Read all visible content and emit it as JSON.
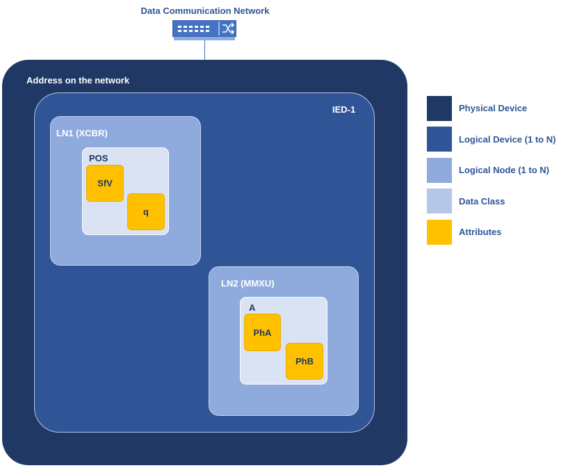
{
  "network": {
    "title": "Data Communication Network",
    "icon": "network-switch-icon"
  },
  "physical_device": {
    "label": "Address on the network"
  },
  "logical_device": {
    "label": "IED-1"
  },
  "logical_nodes": [
    {
      "label": "LN1 (XCBR)",
      "data_class": {
        "label": "POS",
        "attributes": [
          "SfV",
          "q"
        ]
      }
    },
    {
      "label": "LN2 (MMXU)",
      "data_class": {
        "label": "A",
        "attributes": [
          "PhA",
          "PhB"
        ]
      }
    }
  ],
  "legend": [
    {
      "label": "Physical Device",
      "color": "#1F3864"
    },
    {
      "label": "Logical Device (1 to N)",
      "color": "#2F5597"
    },
    {
      "label": "Logical Node (1 to N)",
      "color": "#8FAADC"
    },
    {
      "label": "Data Class",
      "color": "#B4C7E7"
    },
    {
      "label": "Attributes",
      "color": "#FFC000"
    }
  ]
}
